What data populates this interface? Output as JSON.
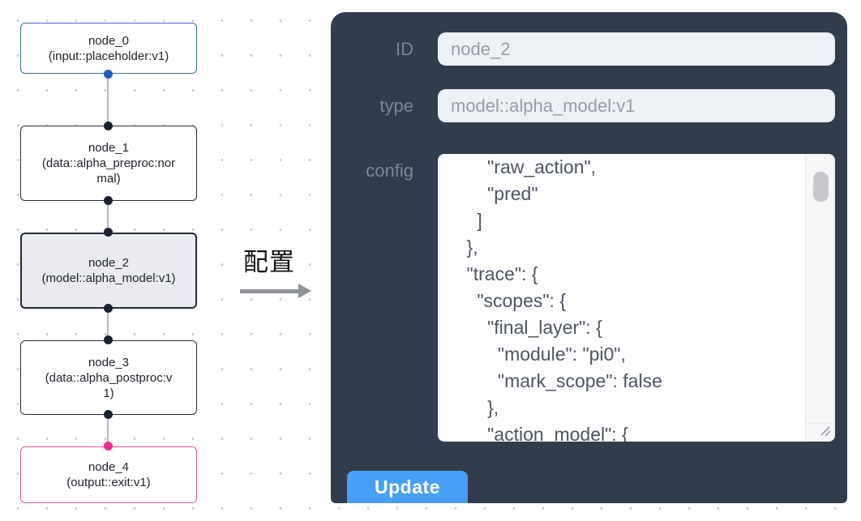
{
  "canvas": {
    "nodes": [
      {
        "title": "node_0",
        "subtitle": "(input::placeholder:v1)",
        "variant": "input",
        "accent": "#3a6cc0"
      },
      {
        "title": "node_1",
        "subtitle": "(data::alpha_preproc:normal)",
        "variant": "default",
        "accent": "#242b37"
      },
      {
        "title": "node_2",
        "subtitle": "(model::alpha_model:v1)",
        "variant": "selected",
        "accent": "#242b37"
      },
      {
        "title": "node_3",
        "subtitle": "(data::alpha_postproc:v1)",
        "variant": "default",
        "accent": "#242b37"
      },
      {
        "title": "node_4",
        "subtitle": "(output::exit:v1)",
        "variant": "output",
        "accent": "#e4539a"
      }
    ]
  },
  "annotation": {
    "label": "配置"
  },
  "panel": {
    "id_field": {
      "label": "ID",
      "value": "node_2"
    },
    "type_field": {
      "label": "type",
      "value": "model::alpha_model:v1"
    },
    "config_field": {
      "label": "config",
      "value": "        \"raw_action\",\n        \"pred\"\n      ]\n    },\n    \"trace\": {\n      \"scopes\": {\n        \"final_layer\": {\n          \"module\": \"pi0\",\n          \"mark_scope\": false\n        },\n        \"action_model\": {"
    },
    "update_button": "Update"
  },
  "colors": {
    "panel_bg": "#313c4d",
    "button_blue": "#48a0f5",
    "input_bg": "#edf0f5",
    "selected_node_bg": "#e9ebee",
    "input_node_accent": "#3a6cc0",
    "output_node_accent": "#e4539a",
    "handle_blue": "#2257c4",
    "handle_pink": "#ee2b8f",
    "edge_gray": "#b7babf"
  }
}
